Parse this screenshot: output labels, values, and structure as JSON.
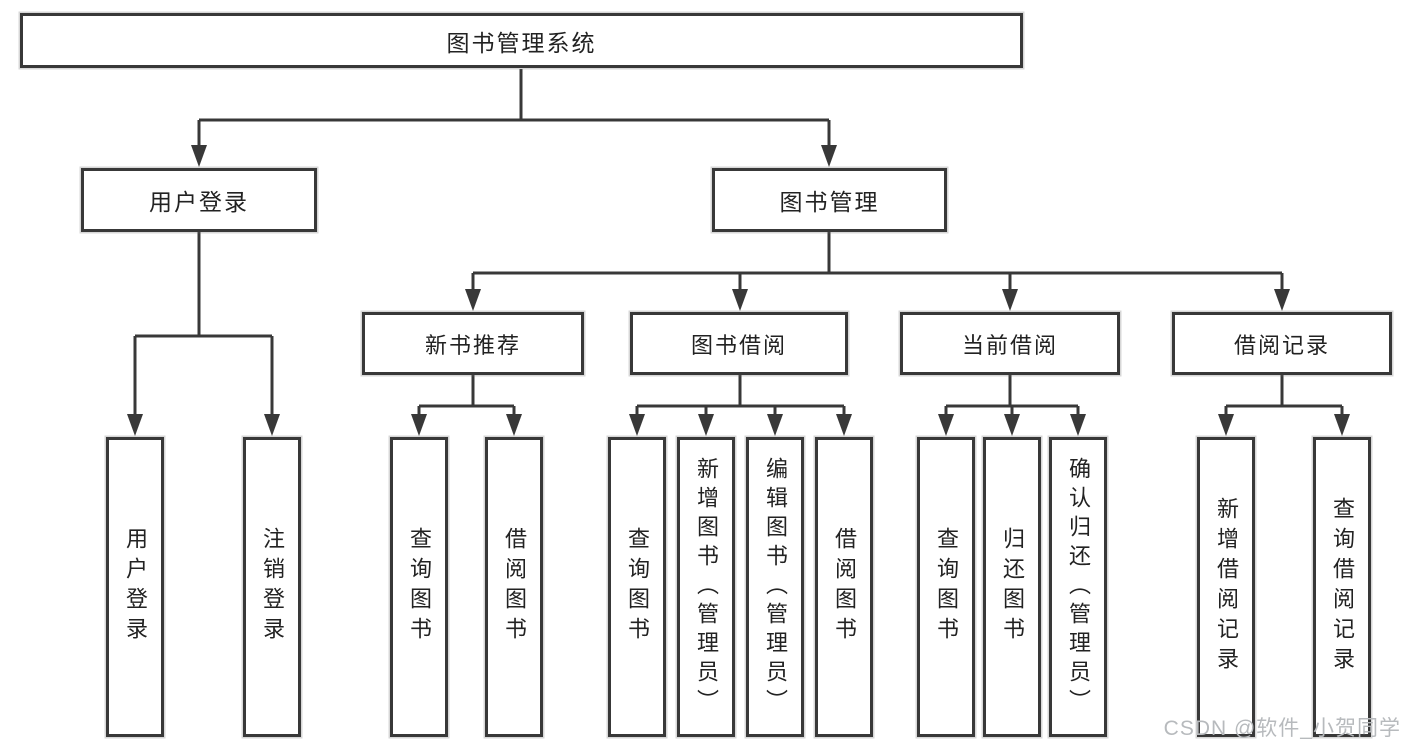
{
  "tree": {
    "label": "图书管理系统",
    "children": [
      {
        "label": "用户登录",
        "children": [
          {
            "label": "用户登录"
          },
          {
            "label": "注销登录"
          }
        ]
      },
      {
        "label": "图书管理",
        "children": [
          {
            "label": "新书推荐",
            "children": [
              {
                "label": "查询图书"
              },
              {
                "label": "借阅图书"
              }
            ]
          },
          {
            "label": "图书借阅",
            "children": [
              {
                "label": "查询图书"
              },
              {
                "label": "新增图书（管理员）"
              },
              {
                "label": "编辑图书（管理员）"
              },
              {
                "label": "借阅图书"
              }
            ]
          },
          {
            "label": "当前借阅",
            "children": [
              {
                "label": "查询图书"
              },
              {
                "label": "归还图书"
              },
              {
                "label": "确认归还（管理员）"
              }
            ]
          },
          {
            "label": "借阅记录",
            "children": [
              {
                "label": "新增借阅记录"
              },
              {
                "label": "查询借阅记录"
              }
            ]
          }
        ]
      }
    ]
  },
  "watermark": "CSDN @软件_小贺同学",
  "colors": {
    "line": "#383838",
    "border": "#383838",
    "text": "#222222",
    "watermark": "#b7babd",
    "background": "#ffffff"
  }
}
